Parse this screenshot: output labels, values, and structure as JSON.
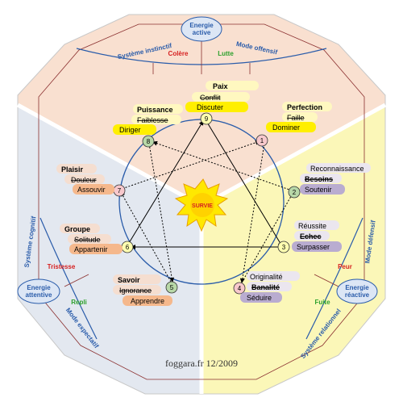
{
  "center": {
    "label": "SURVIE"
  },
  "footer": "foggara.fr 12/2009",
  "top_zone": {
    "energy": [
      "Energie",
      "active"
    ],
    "system": "Système instinctif",
    "mode": "Mode offensif",
    "left_word": "Colère",
    "right_word": "Lutte",
    "colors": {
      "left_word": "#d62020",
      "right_word": "#2ca02c",
      "fill": "#f9e0d0"
    }
  },
  "left_zone": {
    "energy": [
      "Energie",
      "attentive"
    ],
    "system": "Système cognitif",
    "mode": "Mode expectatif",
    "left_word": "Tristesse",
    "right_word": "Repli",
    "colors": {
      "left_word": "#d62020",
      "right_word": "#2ca02c",
      "fill": "#e3e8f0"
    }
  },
  "right_zone": {
    "energy": [
      "Energie",
      "réactive"
    ],
    "system": "Système relationnel",
    "mode": "Mode défensif",
    "left_word": "Peur",
    "right_word": "Fuite",
    "colors": {
      "left_word": "#d62020",
      "right_word": "#2ca02c",
      "fill": "#fbf7b8"
    }
  },
  "types": [
    {
      "num": "9",
      "title": "Paix",
      "vice": "Conflit",
      "action": "Discuter"
    },
    {
      "num": "1",
      "title": "Perfection",
      "vice": "Faille",
      "action": "Dominer"
    },
    {
      "num": "2",
      "title": "Reconnaissance",
      "vice": "Besoins",
      "action": "Soutenir"
    },
    {
      "num": "3",
      "title": "Réussite",
      "vice": "Echec",
      "action": "Surpasser"
    },
    {
      "num": "4",
      "title": "Originalité",
      "vice": "Banalité",
      "action": "Séduire"
    },
    {
      "num": "5",
      "title": "Savoir",
      "vice": "Ignorance",
      "action": "Apprendre"
    },
    {
      "num": "6",
      "title": "Groupe",
      "vice": "Solitude",
      "action": "Appartenir"
    },
    {
      "num": "7",
      "title": "Plaisir",
      "vice": "Douleur",
      "action": "Assouvir"
    },
    {
      "num": "8",
      "title": "Puissance",
      "vice": "Faiblesse",
      "action": "Diriger"
    }
  ]
}
